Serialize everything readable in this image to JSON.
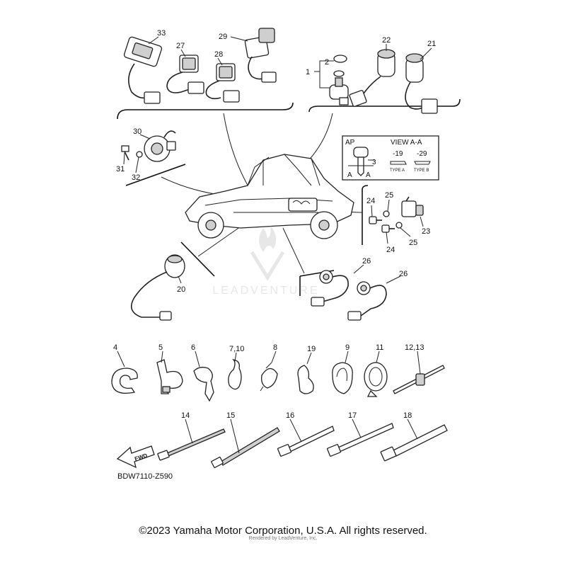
{
  "callouts": {
    "c33": "33",
    "c27": "27",
    "c28": "28",
    "c29": "29",
    "c1": "1",
    "c2": "2",
    "c22": "22",
    "c21": "21",
    "c30": "30",
    "c31": "31",
    "c32": "32",
    "c3": "3",
    "c24a": "24",
    "c25a": "25",
    "c24b": "24",
    "c25b": "25",
    "c23": "23",
    "c20": "20",
    "c26a": "26",
    "c26b": "26",
    "c4": "4",
    "c5": "5",
    "c6": "6",
    "c7_10": "7,10",
    "c8": "8",
    "c19": "19",
    "c9": "9",
    "c11": "11",
    "c12_13": "12,13",
    "c14": "14",
    "c15": "15",
    "c16": "16",
    "c17": "17",
    "c18": "18"
  },
  "key_panel": {
    "ap_label": "AP",
    "view_label": "VIEW A-A",
    "suffix_a": "-19",
    "suffix_b": "-29",
    "type_a": "TYPE A",
    "type_b": "TYPE B",
    "section_left": "A",
    "section_right": "A"
  },
  "fwd_label": "FWD",
  "diagram_code": "BDW7110-Z590",
  "watermark": "LEADVENTURE",
  "footer": {
    "copyright": "©2023 Yamaha Motor Corporation, U.S.A. All rights reserved.",
    "rendered_by": "Rendered by LeadVenture, Inc."
  }
}
